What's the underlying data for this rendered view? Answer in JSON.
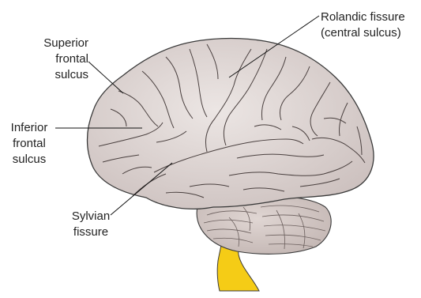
{
  "labels": {
    "rolandic": [
      "Rolandic fissure",
      "(central sulcus)"
    ],
    "superior_frontal": [
      "Superior",
      "frontal",
      "sulcus"
    ],
    "inferior_frontal": [
      "Inferior",
      "frontal",
      "sulcus"
    ],
    "sylvian": [
      "Sylvian",
      "fissure"
    ]
  },
  "colors": {
    "cerebrum_fill": "#d9d0cf",
    "cerebellum_fill": "#cfc3c1",
    "brainstem_fill": "#f5cc16",
    "outline": "#3a3a3a",
    "leader_line": "#111111"
  }
}
